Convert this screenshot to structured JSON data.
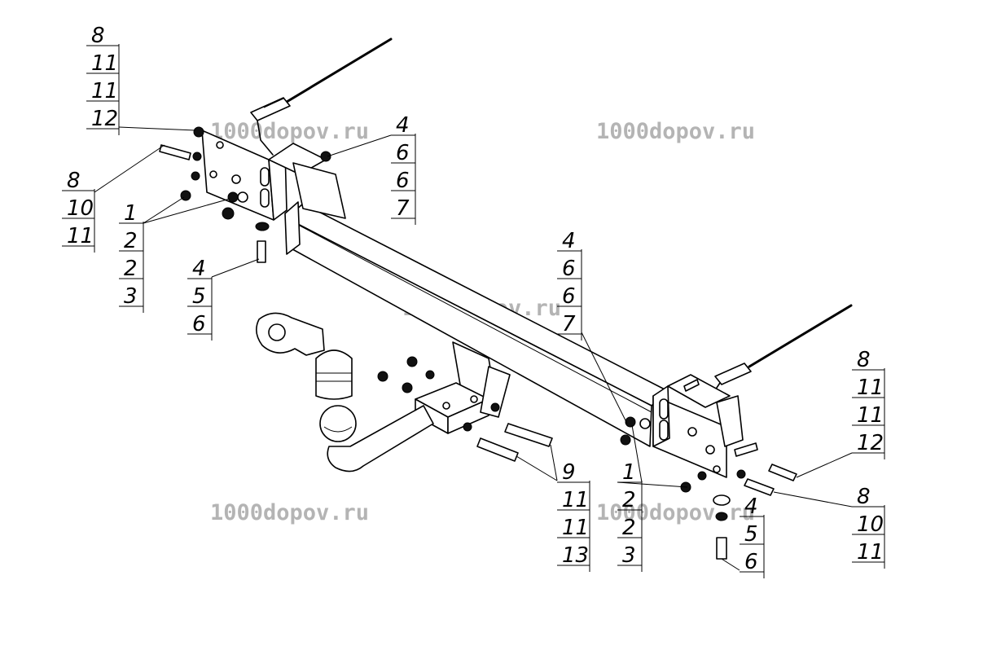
{
  "watermark": "1000dopov.ru",
  "callouts": {
    "top_left_upper": [
      "8",
      "11",
      "11",
      "12"
    ],
    "top_left_lower": [
      "8",
      "10",
      "11"
    ],
    "left_nuts": [
      "1",
      "2",
      "2",
      "3"
    ],
    "left_bolt": [
      "4",
      "5",
      "6"
    ],
    "top_center": [
      "4",
      "6",
      "6",
      "7"
    ],
    "middle": [
      "4",
      "6",
      "6",
      "7"
    ],
    "ball_bolts": [
      "9",
      "11",
      "11",
      "13"
    ],
    "right_nuts": [
      "1",
      "2",
      "2",
      "3"
    ],
    "right_bolt": [
      "4",
      "5",
      "6"
    ],
    "right_upper": [
      "8",
      "11",
      "11",
      "12"
    ],
    "right_lower": [
      "8",
      "10",
      "11"
    ]
  }
}
